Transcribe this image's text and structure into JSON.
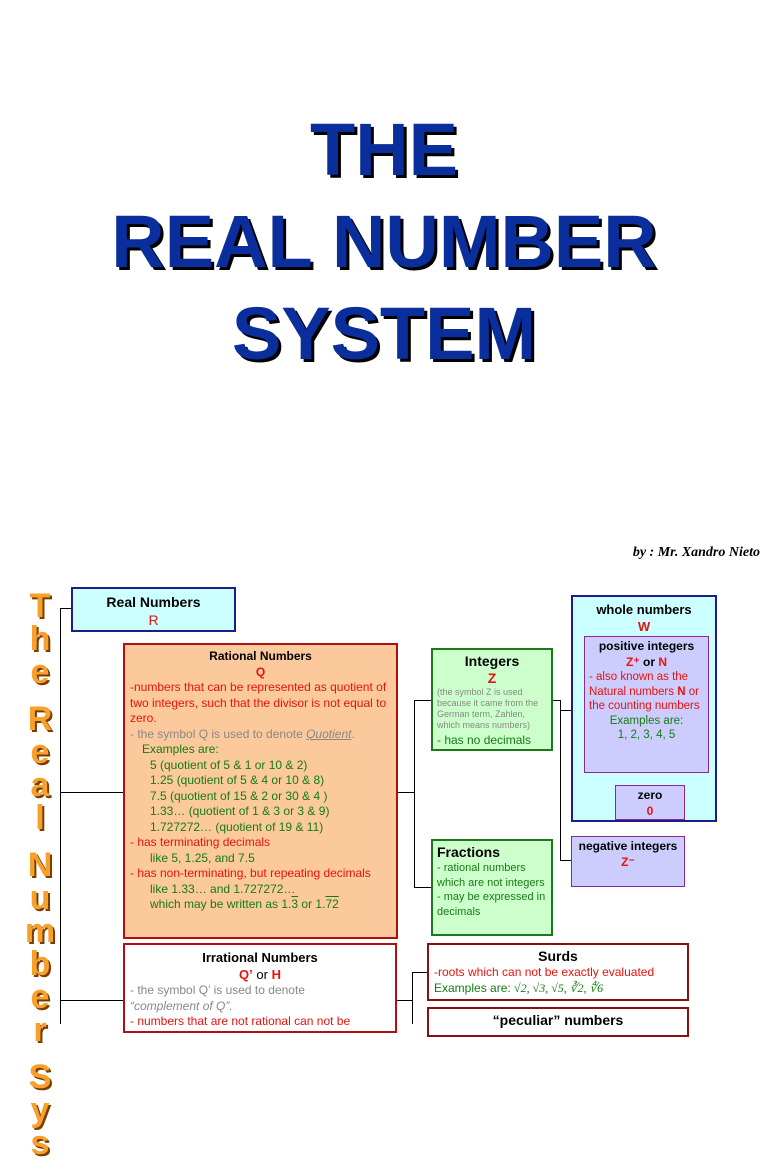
{
  "title": {
    "line1": "THE",
    "line2": "REAL NUMBER",
    "line3": "SYSTEM"
  },
  "author": "by : Mr. Xandro Nieto",
  "side_title": [
    "T",
    "h",
    "e",
    "",
    "R",
    "e",
    "a",
    "l",
    "",
    "N",
    "u",
    "m",
    "b",
    "e",
    "r",
    "",
    "S",
    "y",
    "s"
  ],
  "real": {
    "label": "Real Numbers",
    "symbol": "R"
  },
  "rational": {
    "label": "Rational Numbers",
    "symbol": "Q",
    "def": "-numbers that can be represented as quotient of two integers, such that the divisor is not equal to zero.",
    "symbol_note_prefix": "- the symbol Q is used to denote ",
    "symbol_note_word": "Quotient",
    "symbol_note_suffix": ".",
    "examples_label": "Examples are:",
    "examples": [
      "5 (quotient of 5 & 1 or 10 & 2)",
      "1.25 (quotient of 5 & 4 or 10 & 8)",
      "7.5 (quotient of 15 & 2 or 30 & 4 )",
      "1.33… (quotient of 1 & 3 or 3 & 9)",
      "1.727272… (quotient of 19 & 11)"
    ],
    "terminating": "- has terminating decimals",
    "terminating_ex": "like 5, 1.25, and 7.5",
    "repeating": "- has non-terminating, but repeating decimals",
    "repeating_ex": "like 1.33… and 1.727272…",
    "written_prefix": "which may be written as 1.",
    "written_bar1": "3",
    "written_mid": " or 1.",
    "written_bar2": "72"
  },
  "integers": {
    "label": "Integers",
    "symbol": "Z",
    "note": "(the symbol Z is used because it came from the German term, Zahlen, which means numbers)",
    "no_decimals": "- has no decimals"
  },
  "fractions": {
    "label": "Fractions",
    "line1": "- rational numbers which are not integers",
    "line2": "- may be expressed in decimals"
  },
  "whole": {
    "label": "whole numbers",
    "symbol": "W"
  },
  "positive": {
    "label": "positive integers",
    "sym1": "Z⁺",
    "or": " or ",
    "sym2": "N",
    "desc_prefix": "- also known as the Natural numbers ",
    "desc_sym": "N",
    "desc_suffix": " or the counting numbers",
    "examples_label": "Examples are:",
    "examples": "1, 2, 3, 4, 5"
  },
  "zero": {
    "label": "zero",
    "symbol": "0"
  },
  "negative": {
    "label": "negative integers",
    "symbol": "Z⁻"
  },
  "irrational": {
    "label": "Irrational Numbers",
    "sym1": "Q’",
    "or": " or ",
    "sym2": "H",
    "note_prefix": "- the symbol Q’ is used to denote ",
    "note_word": "“complement of Q”.",
    "def": "- numbers that are not rational can not be"
  },
  "surds": {
    "label": "Surds",
    "def": "-roots which can not be exactly evaluated",
    "examples_label": "Examples are:",
    "examples": "√2, √3, √5, ∛2, ∜6"
  },
  "peculiar": {
    "label": "“peculiar” numbers"
  },
  "colors": {
    "title": "#0a2f9c",
    "rational_bg": "#fcc99c",
    "integer_bg": "#ccffcc",
    "whole_bg": "#ccffff",
    "positive_bg": "#ccccff"
  }
}
